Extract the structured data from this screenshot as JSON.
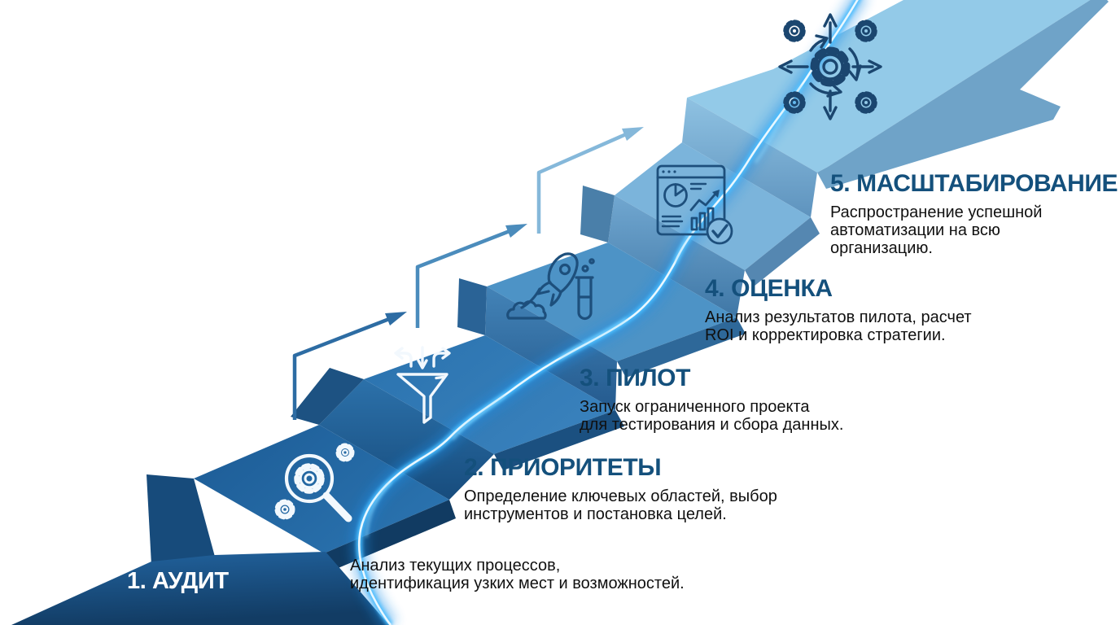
{
  "diagram": {
    "type": "staircase-infographic",
    "language": "ru",
    "topic": "automation rollout steps",
    "background_color": "#ffffff",
    "title_color": "#14507C",
    "body_text_color": "#101010",
    "glow_stream_color": "#35B5FF",
    "steps": [
      {
        "title": "1. АУДИТ",
        "desc_lines": [
          "Анализ текущих процессов,",
          "идентификация узких мест и возможностей."
        ],
        "icon": "magnifier-gears-icon",
        "step_color": "#2063A0",
        "title_on_step": true
      },
      {
        "title": "2. ПРИОРИТЕТЫ",
        "desc_lines": [
          "Определение ключевых областей, выбор",
          "инструментов и постановка целей."
        ],
        "icon": "funnel-arrows-icon",
        "step_color": "#2E79B4",
        "title_on_step": false
      },
      {
        "title": "3. ПИЛОТ",
        "desc_lines": [
          "Запуск ограниченного проекта",
          "для тестирования и сбора данных."
        ],
        "icon": "rocket-testtube-icon",
        "step_color": "#4D93C6",
        "title_on_step": false
      },
      {
        "title": "4. ОЦЕНКА",
        "desc_lines": [
          "Анализ результатов пилота, расчет",
          "ROI и корректировка стратегии."
        ],
        "icon": "dashboard-chart-icon",
        "step_color": "#7BB4DB",
        "title_on_step": false
      },
      {
        "title": "5. МАСШТАБИРОВАНИЕ",
        "desc_lines": [
          "Распространение успешной",
          "автоматизации на всю",
          "организацию."
        ],
        "icon": "gear-network-icon",
        "step_color": "#93CAE8",
        "title_on_step": false
      }
    ],
    "arrows": [
      {
        "name": "arrow-step1-to-step2",
        "color": "#2D6CA3"
      },
      {
        "name": "arrow-step2-to-step3",
        "color": "#4B8CBC"
      },
      {
        "name": "arrow-step3-to-step4",
        "color": "#85B8DA"
      }
    ]
  }
}
